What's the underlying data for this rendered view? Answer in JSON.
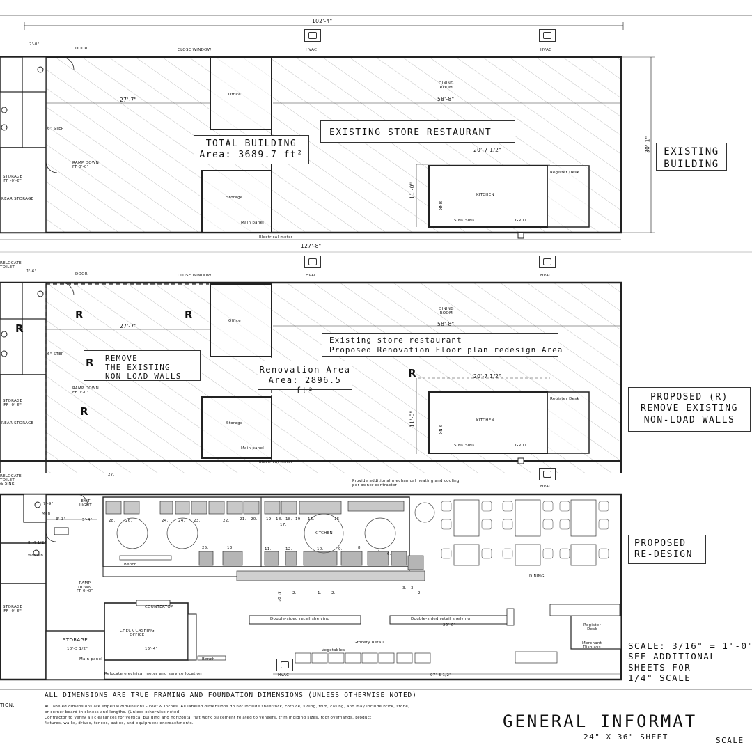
{
  "plan1": {
    "overall_width": "102'-4\"",
    "overall_length": "127'-8\"",
    "depth": "30'-1\"",
    "dim_27": "27'-7\"",
    "dim_58": "58'-8\"",
    "dim_kitchen_w": "20'-7 1/2\"",
    "dim_kitchen_h": "11'-0\"",
    "dim_2": "2'-0\"",
    "door": "DOOR",
    "close_window": "CLOSE WINDOW",
    "hvac": "HVAC",
    "office": "Office",
    "dining_room": "DINING\nROOM",
    "storage": "Storage",
    "storage_ff": "STORAGE\nFF -0'-6\"",
    "rear_storage": "REAR STORAGE",
    "ramp": "RAMP DOWN\nFF 0'-0\"",
    "step": "6\" STEP",
    "kitchen": "KITCHEN",
    "register_desk": "Register Desk",
    "sink": "SINK",
    "sink_sink": "SINK  SINK",
    "grill": "GRILL",
    "main_panel": "Main panel",
    "electrical_meter": "Electrical meter",
    "restaurant_label": "EXISTING STORE RESTAURANT",
    "area_title": "TOTAL BUILDING",
    "area_value": "Area: 3689.7 ft²",
    "side_label": "EXISTING\nBUILDING"
  },
  "plan2": {
    "relocate_toilet": "RELOCATE\nTOILET",
    "dim_1_6": "1'-6\"",
    "remove_label": "REMOVE\nTHE EXISTING\nNON LOAD WALLS",
    "restaurant_label": "Existing store restaurant\nProposed Renovation Floor plan redesign Area",
    "area_title": "Renovation Area",
    "area_value": "Area: 2896.5 ft²",
    "r_mark": "R",
    "side_label": "PROPOSED (R)\nREMOVE EXISTING\nNON-LOAD WALLS"
  },
  "plan3": {
    "relocate": "RELOCATE\nTOILET\n& SINK",
    "item_27": "27.",
    "mech_note": "Provide additional mechanical heating and cooling\nper owner contractor",
    "men": "Men",
    "women": "Women",
    "dim_7_9": "7'-9\"",
    "dim_3_3": "3'-3\"",
    "dim_5_4": "5'-4\"",
    "dim_8_4": "8'-4 1/2\"",
    "dim_5_0": "5'-0\"",
    "dim_10_3": "10'-3 1/2\"",
    "dim_15_4": "15'-4\"",
    "dim_20": "20'-0\"",
    "dim_97": "97'-3 1/2\"",
    "exit_light": "EXIT\nLIGHT",
    "ramp": "RAMP\nDOWN\nFF 0'-0\"",
    "storage_ff": "STORAGE\nFF -0'-6\"",
    "storage": "STORAGE",
    "main_panel": "Main panel",
    "check_cashing": "CHECK CASHING\nOFFICE",
    "countertop": "COUNTERTOP",
    "bench": "Bench",
    "kitchen": "KITCHEN",
    "dining": "DINING",
    "shelving1": "Double-sided retail shelving",
    "shelving2": "Double-sided retail shelving",
    "grocery": "Grocery Retail",
    "vegetables": "Vegetables",
    "register_desk": "Register\nDesk",
    "merchant": "Merchant\nDisplays",
    "relocate_meter": "Relocate electrical meter and service location",
    "item_nums_top": [
      "28.",
      "26.",
      "24.",
      "24.",
      "23.",
      "22.",
      "21.",
      "20.",
      "19.",
      "18.",
      "18.",
      "19.",
      "16.",
      "15.",
      "17."
    ],
    "item_nums_mid": [
      "25.",
      "13.",
      "11.",
      "12.",
      "10.",
      "9.",
      "8.",
      "7.",
      "6."
    ],
    "item_nums_bot": [
      "2.",
      "1.",
      "2.",
      "3.",
      "3.",
      "2."
    ],
    "side_label": "PROPOSED\nRE-DESIGN",
    "scale_note": "SCALE: 3/16\" = 1'-0\"\nSEE ADDITIONAL\nSHEETS FOR\n1/4\" SCALE"
  },
  "footer": {
    "dims_note": "ALL DIMENSIONS ARE TRUE FRAMING AND FOUNDATION DIMENSIONS  (UNLESS OTHERWISE NOTED)",
    "note_lines": [
      "All labeled dimensions are imperial dimensions - Feet & Inches. All labeled dimensions do not include sheetrock, cornice, siding, trim, casing, and may include brick, stone,",
      "or corner board thickness and lengths. (Unless otherwise noted)",
      "Contractor to verify all clearances for vertical building and horizontal flat work placement related to veneers, trim molding sizes, roof overhangs, product",
      "fixtures, walks, drives, fences, patios, and equipment encroachments."
    ],
    "left_fragment": "TION.",
    "title": "GENERAL INFORMAT",
    "sheet": "24\" X 36\" SHEET",
    "scale_fragment": "SCALE"
  }
}
